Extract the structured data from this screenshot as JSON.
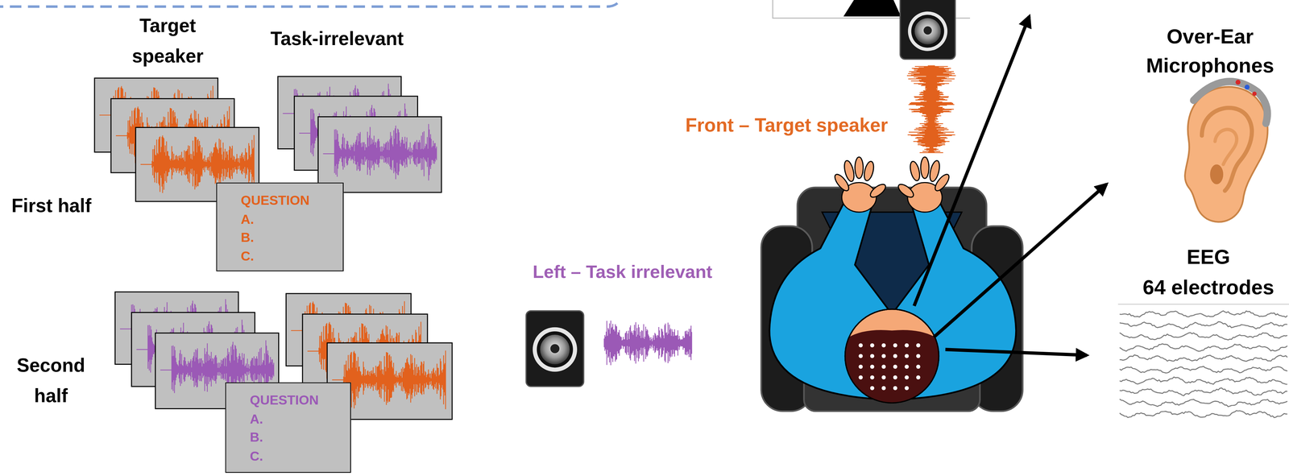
{
  "diagram": {
    "nodes": [
      {
        "text": [
          "QUESTION",
          "A.",
          "B.",
          "C."
        ]
      },
      {
        "text": [
          "QUESTION",
          "A.",
          "B.",
          "C."
        ]
      }
    ],
    "labels": [
      "Target speaker",
      "Task-irrelevant",
      "First half",
      "Second half",
      "Front – Target speaker",
      "Left – Task irrelevant",
      "Over-Ear Microphones",
      "EEG",
      "64 electrodes"
    ]
  }
}
